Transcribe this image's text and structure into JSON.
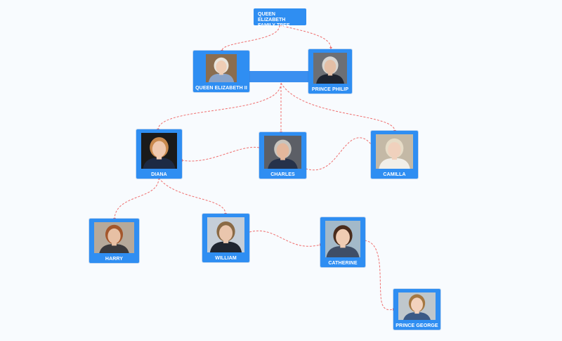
{
  "diagram": {
    "title": "QUEEN ELIZABETH FAMILY TREE",
    "members": {
      "elizabeth": {
        "name": "QUEEN ELIZABETH II",
        "portrait": "portrait-elderly-woman-white-hair",
        "bg": "#8a6d4f",
        "skin": "#efcdb5",
        "hair": "#e8e4dc",
        "clothes": "#8aa3c8"
      },
      "philip": {
        "name": "PRINCE PHILIP",
        "portrait": "portrait-elderly-man-suit",
        "bg": "#6c6f74",
        "skin": "#e4bfa6",
        "hair": "#d9d6d1",
        "clothes": "#1e2430"
      },
      "diana": {
        "name": "DIANA",
        "portrait": "portrait-woman-blonde-hair",
        "bg": "#1a1a1a",
        "skin": "#efc9b0",
        "hair": "#c98a4e",
        "clothes": "#1d2a44"
      },
      "charles": {
        "name": "CHARLES",
        "portrait": "portrait-man-grey-hair-suit",
        "bg": "#5c5f66",
        "skin": "#e3b79c",
        "hair": "#c8c4bd",
        "clothes": "#26324a"
      },
      "camilla": {
        "name": "CAMILLA",
        "portrait": "portrait-woman-light-hair-sash",
        "bg": "#c4b9a6",
        "skin": "#f0d1bd",
        "hair": "#e6dcc7",
        "clothes": "#f1efe9"
      },
      "harry": {
        "name": "HARRY",
        "portrait": "portrait-man-ginger-beard",
        "bg": "#b6a99a",
        "skin": "#e7c0a4",
        "hair": "#a4572c",
        "clothes": "#3b3a3c"
      },
      "william": {
        "name": "WILLIAM",
        "portrait": "portrait-man-dark-suit",
        "bg": "#c5ced8",
        "skin": "#eac6ad",
        "hair": "#8a6a45",
        "clothes": "#1f2530"
      },
      "catherine": {
        "name": "CATHERINE",
        "portrait": "portrait-woman-dark-hair",
        "bg": "#a3b9c9",
        "skin": "#f0ccb3",
        "hair": "#4a2c1c",
        "clothes": "#3f4e66"
      },
      "george": {
        "name": "PRINCE GEORGE",
        "portrait": "portrait-child",
        "bg": "#bfc7cc",
        "skin": "#f3d2bd",
        "hair": "#a57842",
        "clothes": "#3b5a86"
      }
    }
  },
  "colors": {
    "node": "#2f8ef2",
    "edge": "#ef6f6f",
    "background": "#f8fbfe"
  }
}
